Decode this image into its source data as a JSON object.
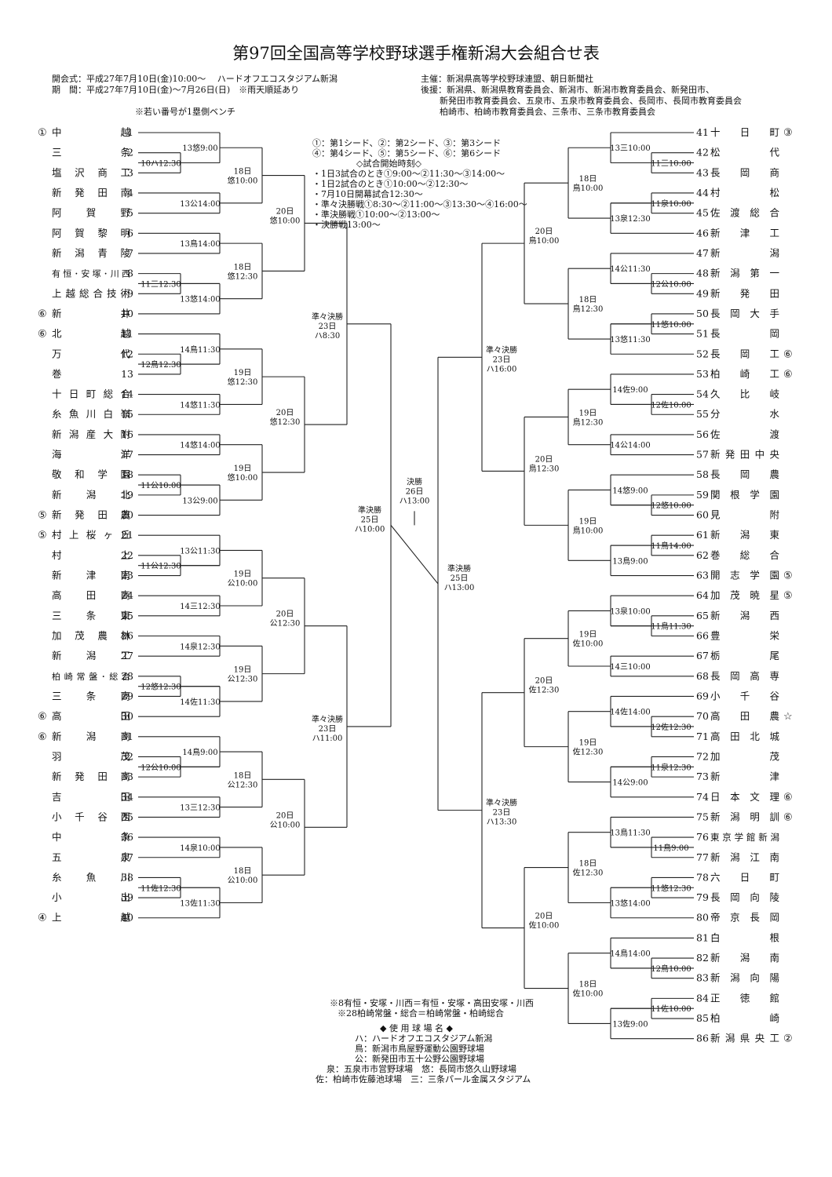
{
  "title": "第97回全国高等学校野球選手権新潟大会組合せ表",
  "header": {
    "ceremony": "開会式：平成27年7月10日(金)10:00〜　 ハードオフエコスタジアム新潟",
    "period": "期　間：平成27年7月10日(金)〜7月26日(日)　※雨天順延あり",
    "organizer": "主催：新潟県高等学校野球連盟、朝日新聞社",
    "support": [
      "後援：新潟県、新潟県教育委員会、新潟市、新潟市教育委員会、新発田市、",
      "新発田市教育委員会、五泉市、五泉市教育委員会、長岡市、長岡市教育委員会",
      "柏崎市、柏崎市教育委員会、三条市、三条市教育委員会"
    ],
    "bench_note": "※若い番号が1塁側ベンチ"
  },
  "legend": [
    "①：第1シード、②：第2シード、③：第3シード",
    "④：第4シード、⑤：第5シード、⑥：第6シード",
    "◇試合開始時刻◇",
    "・1日3試合のとき①9:00〜②11:30〜③14:00〜",
    "・1日2試合のとき①10:00〜②12:30〜",
    "・7月10日開幕試合12:30〜",
    "・準々決勝戦①8:30〜②11:00〜③13:30〜④16:00〜",
    "・準決勝戦①10:00〜②13:00〜",
    "・決勝戦13:00〜"
  ],
  "footnotes": [
    "※8有恒・安塚・川西＝有恒・安塚・高田安塚・川西",
    "※28柏崎常盤・総合＝柏崎常盤・柏崎総合"
  ],
  "venues_title": "◆ 使 用 球 場 名 ◆",
  "venues": [
    "ハ：ハードオフエコスタジアム新潟",
    "鳥：新潟市鳥屋野運動公園野球場",
    "公：新発田市五十公野公園野球場",
    "泉：五泉市市営野球場　悠：長岡市悠久山野球場",
    "佐：柏崎市佐藤池球場　三：三条パール金属スタジアム"
  ],
  "teams_left": [
    {
      "seed": "①",
      "name": "中越",
      "num": 1
    },
    {
      "seed": "",
      "name": "三条",
      "num": 2
    },
    {
      "seed": "",
      "name": "塩沢商工",
      "num": 3
    },
    {
      "seed": "",
      "name": "新発田南",
      "num": 4
    },
    {
      "seed": "",
      "name": "阿賀野",
      "num": 5
    },
    {
      "seed": "",
      "name": "阿賀黎明",
      "num": 6
    },
    {
      "seed": "",
      "name": "新潟青陵",
      "num": 7
    },
    {
      "seed": "",
      "name": "有恒･安塚･川西",
      "num": 8
    },
    {
      "seed": "",
      "name": "上越総合技術",
      "num": 9
    },
    {
      "seed": "⑥",
      "name": "新井",
      "num": 10
    },
    {
      "seed": "⑥",
      "name": "北越",
      "num": 11
    },
    {
      "seed": "",
      "name": "万代",
      "num": 12
    },
    {
      "seed": "",
      "name": "巻",
      "num": 13
    },
    {
      "seed": "",
      "name": "十日町総合",
      "num": 14
    },
    {
      "seed": "",
      "name": "糸魚川白嶺",
      "num": 15
    },
    {
      "seed": "",
      "name": "新潟産大附",
      "num": 16
    },
    {
      "seed": "",
      "name": "海洋",
      "num": 17
    },
    {
      "seed": "",
      "name": "敬和学園",
      "num": 18
    },
    {
      "seed": "",
      "name": "新潟北",
      "num": 19
    },
    {
      "seed": "⑤",
      "name": "新発田農",
      "num": 20
    },
    {
      "seed": "⑤",
      "name": "村上桜ヶ丘",
      "num": 21
    },
    {
      "seed": "",
      "name": "村上",
      "num": 22
    },
    {
      "seed": "",
      "name": "新津南",
      "num": 23
    },
    {
      "seed": "",
      "name": "高田商",
      "num": 24
    },
    {
      "seed": "",
      "name": "三条東",
      "num": 25
    },
    {
      "seed": "",
      "name": "加茂農林",
      "num": 26
    },
    {
      "seed": "",
      "name": "新潟工",
      "num": 27
    },
    {
      "seed": "",
      "name": "柏崎常盤･総合",
      "num": 28
    },
    {
      "seed": "",
      "name": "三条商",
      "num": 29
    },
    {
      "seed": "⑥",
      "name": "高田",
      "num": 30
    },
    {
      "seed": "⑥",
      "name": "新潟商",
      "num": 31
    },
    {
      "seed": "",
      "name": "羽茂",
      "num": 32
    },
    {
      "seed": "",
      "name": "新発田商",
      "num": 33
    },
    {
      "seed": "",
      "name": "吉田",
      "num": 34
    },
    {
      "seed": "",
      "name": "小千谷西",
      "num": 35
    },
    {
      "seed": "",
      "name": "中条",
      "num": 36
    },
    {
      "seed": "",
      "name": "五泉",
      "num": 37
    },
    {
      "seed": "",
      "name": "糸魚川",
      "num": 38
    },
    {
      "seed": "",
      "name": "小出",
      "num": 39
    },
    {
      "seed": "④",
      "name": "上越",
      "num": 40
    }
  ],
  "teams_right": [
    {
      "num": 41,
      "name": "十日町",
      "seed": "③"
    },
    {
      "num": 42,
      "name": "松代",
      "seed": ""
    },
    {
      "num": 43,
      "name": "長岡商",
      "seed": ""
    },
    {
      "num": 44,
      "name": "村松",
      "seed": ""
    },
    {
      "num": 45,
      "name": "佐渡総合",
      "seed": ""
    },
    {
      "num": 46,
      "name": "新津工",
      "seed": ""
    },
    {
      "num": 47,
      "name": "新潟",
      "seed": ""
    },
    {
      "num": 48,
      "name": "新潟第一",
      "seed": ""
    },
    {
      "num": 49,
      "name": "新発田",
      "seed": ""
    },
    {
      "num": 50,
      "name": "長岡大手",
      "seed": ""
    },
    {
      "num": 51,
      "name": "長岡",
      "seed": ""
    },
    {
      "num": 52,
      "name": "長岡工",
      "seed": "⑥"
    },
    {
      "num": 53,
      "name": "柏崎工",
      "seed": "⑥"
    },
    {
      "num": 54,
      "name": "久比岐",
      "seed": ""
    },
    {
      "num": 55,
      "name": "分水",
      "seed": ""
    },
    {
      "num": 56,
      "name": "佐渡",
      "seed": ""
    },
    {
      "num": 57,
      "name": "新発田中央",
      "seed": ""
    },
    {
      "num": 58,
      "name": "長岡農",
      "seed": ""
    },
    {
      "num": 59,
      "name": "関根学園",
      "seed": ""
    },
    {
      "num": 60,
      "name": "見附",
      "seed": ""
    },
    {
      "num": 61,
      "name": "新潟東",
      "seed": ""
    },
    {
      "num": 62,
      "name": "巻総合",
      "seed": ""
    },
    {
      "num": 63,
      "name": "開志学園",
      "seed": "⑤"
    },
    {
      "num": 64,
      "name": "加茂暁星",
      "seed": "⑤"
    },
    {
      "num": 65,
      "name": "新潟西",
      "seed": ""
    },
    {
      "num": 66,
      "name": "豊栄",
      "seed": ""
    },
    {
      "num": 67,
      "name": "栃尾",
      "seed": ""
    },
    {
      "num": 68,
      "name": "長岡高専",
      "seed": ""
    },
    {
      "num": 69,
      "name": "小千谷",
      "seed": ""
    },
    {
      "num": 70,
      "name": "高田農",
      "seed": "☆"
    },
    {
      "num": 71,
      "name": "高田北城",
      "seed": ""
    },
    {
      "num": 72,
      "name": "加茂",
      "seed": ""
    },
    {
      "num": 73,
      "name": "新津",
      "seed": ""
    },
    {
      "num": 74,
      "name": "日本文理",
      "seed": "⑥"
    },
    {
      "num": 75,
      "name": "新潟明訓",
      "seed": "⑥"
    },
    {
      "num": 76,
      "name": "東京学館新潟",
      "seed": ""
    },
    {
      "num": 77,
      "name": "新潟江南",
      "seed": ""
    },
    {
      "num": 78,
      "name": "六日町",
      "seed": ""
    },
    {
      "num": 79,
      "name": "長岡向陵",
      "seed": ""
    },
    {
      "num": 80,
      "name": "帝京長岡",
      "seed": ""
    },
    {
      "num": 81,
      "name": "白根",
      "seed": ""
    },
    {
      "num": 82,
      "name": "新潟南",
      "seed": ""
    },
    {
      "num": 83,
      "name": "新潟向陽",
      "seed": ""
    },
    {
      "num": 84,
      "name": "正徳館",
      "seed": ""
    },
    {
      "num": 85,
      "name": "柏崎",
      "seed": ""
    },
    {
      "num": 86,
      "name": "新潟県央工",
      "seed": "②"
    }
  ],
  "match_labels": {
    "L1a": "10ハ12:30",
    "L1b": "13悠9:00",
    "L1c": "13公14:00",
    "L1d": "18日\n悠10:00",
    "L2a": "13鳥14:00",
    "L2b": "11三12:30",
    "L2c": "13悠14:00",
    "L2d": "18日\n悠12:30",
    "L3a": "20日\n悠10:00",
    "L4a": "12鳥12:30",
    "L4b": "14鳥11:30",
    "L4c": "14悠11:30",
    "L4d": "19日\n悠12:30",
    "L5a": "14悠14:00",
    "L5b": "11公10:00",
    "L5c": "13公9:00",
    "L5d": "19日\n悠10:00",
    "L6a": "20日\n悠12:30",
    "L7a": "11公12:30",
    "L7b": "13公11:30",
    "L7c": "14三12:30",
    "L7d": "19日\n公10:00",
    "L8a": "14泉12:30",
    "L8b": "12悠12:30",
    "L8c": "14佐11:30",
    "L8d": "19日\n公12:30",
    "L9a": "20日\n公12:30",
    "L10a": "12公10:00",
    "L10b": "14鳥9:00",
    "L10c": "13三12:30",
    "L10d": "18日\n公12:30",
    "L11a": "14泉10:00",
    "L11b": "11佐12:30",
    "L11c": "13佐11:30",
    "L11d": "18日\n公10:00",
    "L12a": "20日\n公10:00",
    "LQ1": "準々決勝\n23日\nハ8:30",
    "LQ2": "準々決勝\n23日\nハ11:00",
    "LS": "準決勝\n25日\nハ10:00",
    "F": "決勝\n26日\nハ13:00",
    "R1a": "11三10:00",
    "R1b": "13三10:00",
    "R1c": "11泉10:00",
    "R1d": "13泉12:30",
    "R1e": "18日\n鳥10:00",
    "R2a": "12公10:00",
    "R2b": "14公11:30",
    "R2c": "11悠10:00",
    "R2d": "13悠11:30",
    "R2e": "18日\n鳥12:30",
    "R3a": "20日\n鳥10:00",
    "R4a": "12佐10:00",
    "R4b": "14佐9:00",
    "R4c": "14公14:00",
    "R4d": "19日\n鳥12:30",
    "R5a": "12悠10:00",
    "R5b": "14悠9:00",
    "R5c": "11鳥14:00",
    "R5d": "13鳥9:00",
    "R5e": "19日\n鳥10:00",
    "R6a": "20日\n鳥12:30",
    "R7a": "11鳥11:30",
    "R7b": "13泉10:00",
    "R7c": "14三10:00",
    "R7d": "19日\n佐10:00",
    "R8a": "12佐12:30",
    "R8b": "14佐14:00",
    "R8c": "11泉12:30",
    "R8d": "14公9:00",
    "R8e": "19日\n佐12:30",
    "R9a": "20日\n佐12:30",
    "R10a": "11鳥9:00",
    "R10b": "13鳥11:30",
    "R10c": "11悠12:30",
    "R10d": "13悠14:00",
    "R10e": "18日\n佐12:30",
    "R11a": "12鳥10:00",
    "R11b": "14鳥14:00",
    "R11c": "11佐10:00",
    "R11d": "13佐9:00",
    "R11e": "18日\n佐10:00",
    "R12a": "20日\n佐10:00",
    "RQ1": "準々決勝\n23日\nハ16:00",
    "RQ2": "準々決勝\n23日\nハ13:30",
    "RS": "準決勝\n25日\nハ13:00"
  }
}
